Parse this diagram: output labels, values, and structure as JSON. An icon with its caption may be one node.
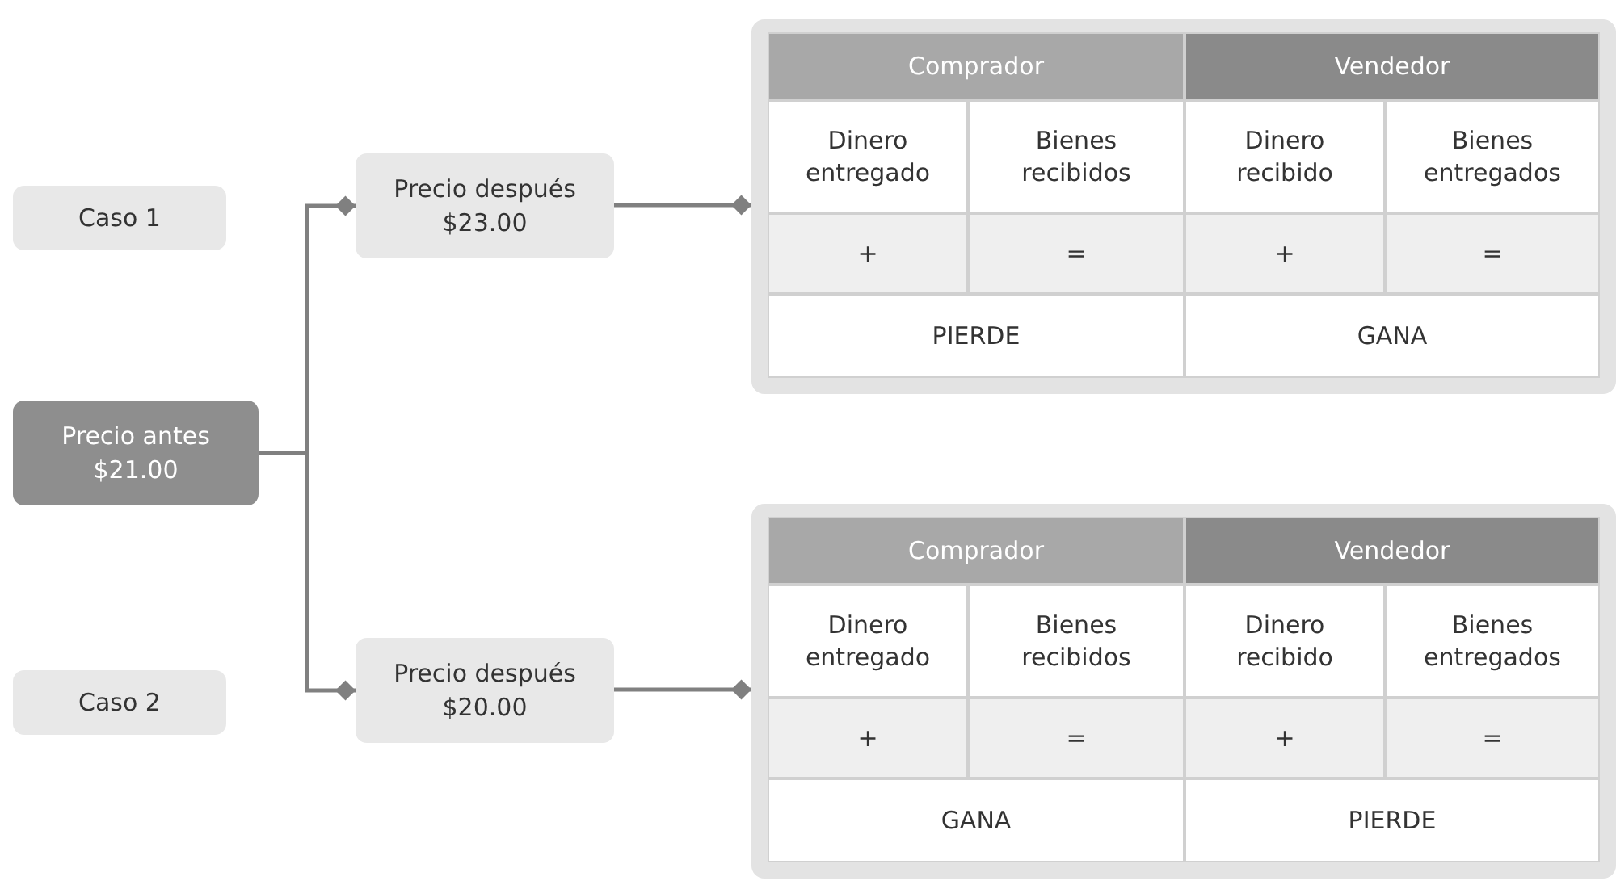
{
  "diagram": {
    "nodes": [
      {
        "text": [],
        "shape": "box"
      },
      {
        "text": [
          "Comprador"
        ],
        "in": 0
      },
      {
        "text": [
          "Vendedor"
        ],
        "in": 0
      },
      {
        "text": [
          "Dinero entregado"
        ],
        "in": 0
      },
      {
        "text": [
          "Bienes recibidos"
        ],
        "in": 0
      },
      {
        "text": [
          "Dinero recibido"
        ],
        "in": 0
      },
      {
        "text": [
          "Bienes entregados"
        ],
        "in": 0
      },
      {
        "text": [
          "+"
        ],
        "in": 0
      },
      {
        "text": [
          "="
        ],
        "in": 0
      },
      {
        "text": [
          "+"
        ],
        "in": 0
      },
      {
        "text": [
          "="
        ],
        "in": 0
      },
      {
        "text": [
          "PIERDE"
        ],
        "in": 0
      },
      {
        "text": [
          "GANA"
        ],
        "in": 0
      },
      {
        "text": [
          "Caso 1"
        ]
      },
      {
        "text": [
          "Precio después $23.00"
        ]
      },
      {
        "text": [
          "Precio antes $21.00"
        ]
      },
      {
        "text": [
          "Caso 2"
        ]
      },
      {
        "text": [
          "Precio después $20.00"
        ]
      },
      {
        "text": [],
        "shape": "box"
      },
      {
        "text": [
          "Comprador"
        ],
        "in": 18
      },
      {
        "text": [
          "Vendedor"
        ],
        "in": 18
      },
      {
        "text": [
          "Dinero entregado"
        ],
        "in": 18
      },
      {
        "text": [
          "Bienes recibidos"
        ],
        "in": 18
      },
      {
        "text": [
          "Dinero recibido"
        ],
        "in": 18
      },
      {
        "text": [
          "Bienes entregados"
        ],
        "in": 18
      },
      {
        "text": [
          "+"
        ],
        "in": 18
      },
      {
        "text": [
          "="
        ],
        "in": 18
      },
      {
        "text": [
          "+"
        ],
        "in": 18
      },
      {
        "text": [
          "="
        ],
        "in": 18
      },
      {
        "text": [
          "GANA"
        ],
        "in": 18
      },
      {
        "text": [
          "PIERDE"
        ],
        "in": 18
      }
    ],
    "edges": [
      {
        "from": 15,
        "to": 14,
        "arrow": "other"
      },
      {
        "from": 15,
        "to": 17,
        "arrow": "other"
      },
      {
        "from": 14,
        "to": 0,
        "arrow": "other"
      },
      {
        "from": 17,
        "to": 18,
        "arrow": "other"
      }
    ]
  }
}
